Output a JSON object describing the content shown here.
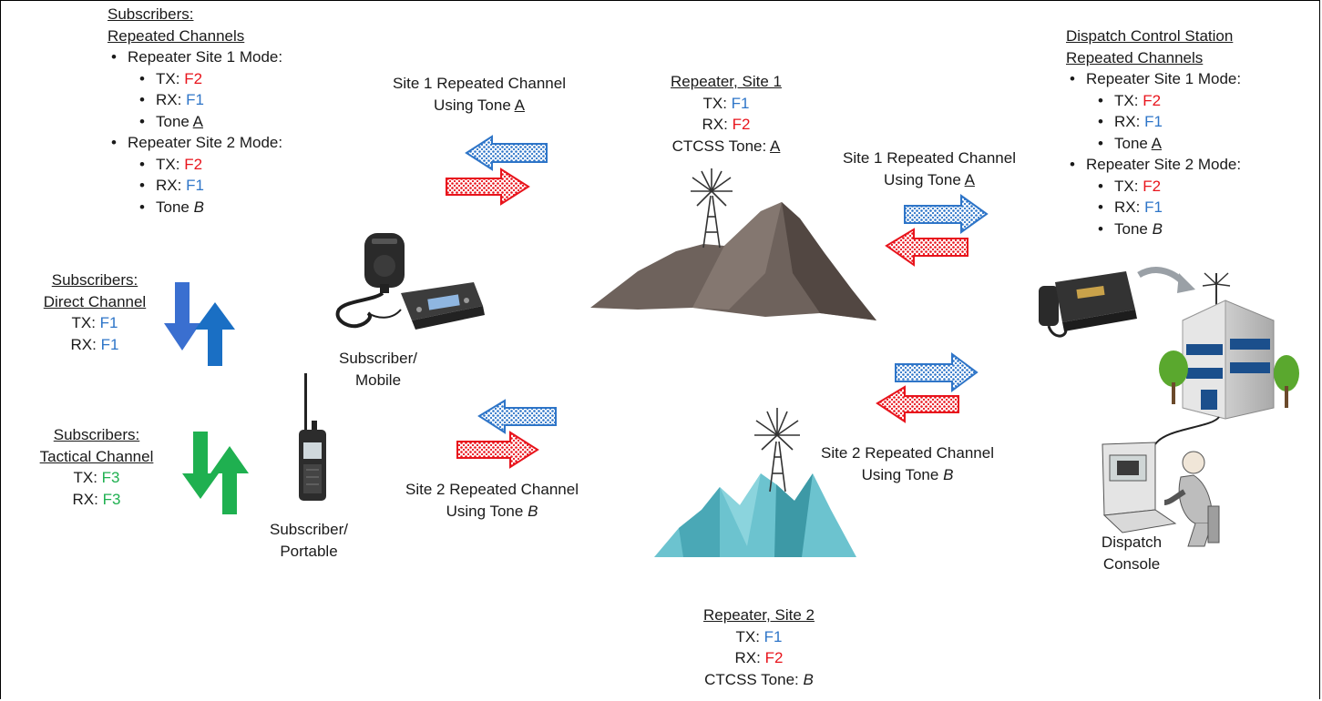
{
  "colors": {
    "f1": "#2e75c8",
    "f2": "#e8141c",
    "f3": "#1fb050",
    "direct_arrows": "#2e6fd0",
    "tactical_arrows": "#1fb050",
    "mountain_1": "#6e625c",
    "mountain_2": "#6cc3cf"
  },
  "icons": {
    "mobile_radio": "mobile-radio-icon",
    "portable_radio": "portable-radio-icon",
    "repeater_tower": "radio-tower-icon",
    "dispatch_building": "building-icon",
    "control_station": "control-station-radio-icon",
    "dispatch_console": "dispatch-console-icon"
  },
  "subscribers_repeated": {
    "title_line1": "Subscribers:",
    "title_line2": "Repeated Channels",
    "site1_mode": "Repeater Site 1 Mode:",
    "site1_tx_label": "TX:",
    "site1_tx_value": "F2",
    "site1_rx_label": "RX:",
    "site1_rx_value": "F1",
    "site1_tone_label": "Tone",
    "site1_tone_value": "A",
    "site2_mode": "Repeater Site 2 Mode:",
    "site2_tx_label": "TX:",
    "site2_tx_value": "F2",
    "site2_rx_label": "RX:",
    "site2_rx_value": "F1",
    "site2_tone_label": "Tone",
    "site2_tone_value": "B"
  },
  "direct_channel": {
    "title_line1": "Subscribers:",
    "title_line2": "Direct Channel",
    "tx_label": "TX:",
    "tx_value": "F1",
    "rx_label": "RX:",
    "rx_value": "F1"
  },
  "tactical_channel": {
    "title_line1": "Subscribers:",
    "title_line2": "Tactical Channel",
    "tx_label": "TX:",
    "tx_value": "F3",
    "rx_label": "RX:",
    "rx_value": "F3"
  },
  "subscriber_mobile": {
    "line1": "Subscriber/",
    "line2": "Mobile"
  },
  "subscriber_portable": {
    "line1": "Subscriber/",
    "line2": "Portable"
  },
  "link_site1_left": {
    "line1": "Site 1 Repeated Channel",
    "line2_prefix": "Using Tone",
    "tone": "A"
  },
  "link_site2_left": {
    "line1": "Site 2 Repeated Channel",
    "line2_prefix": "Using Tone",
    "tone": "B"
  },
  "link_site1_right": {
    "line1": "Site 1 Repeated Channel",
    "line2_prefix": "Using Tone",
    "tone": "A"
  },
  "link_site2_right": {
    "line1": "Site 2 Repeated Channel",
    "line2_prefix": "Using Tone",
    "tone": "B"
  },
  "repeater_site1": {
    "title": "Repeater, Site 1",
    "tx_label": "TX:",
    "tx_value": "F1",
    "rx_label": "RX:",
    "rx_value": "F2",
    "tone_label": "CTCSS Tone:",
    "tone_value": "A"
  },
  "repeater_site2": {
    "title": "Repeater, Site 2",
    "tx_label": "TX:",
    "tx_value": "F1",
    "rx_label": "RX:",
    "rx_value": "F2",
    "tone_label": "CTCSS Tone:",
    "tone_value": "B"
  },
  "dispatch_control": {
    "title_line1": "Dispatch Control Station",
    "title_line2": "Repeated Channels",
    "site1_mode": "Repeater Site 1 Mode:",
    "site1_tx_label": "TX:",
    "site1_tx_value": "F2",
    "site1_rx_label": "RX:",
    "site1_rx_value": "F1",
    "site1_tone_label": "Tone",
    "site1_tone_value": "A",
    "site2_mode": "Repeater Site 2 Mode:",
    "site2_tx_label": "TX:",
    "site2_tx_value": "F2",
    "site2_rx_label": "RX:",
    "site2_rx_value": "F1",
    "site2_tone_label": "Tone",
    "site2_tone_value": "B"
  },
  "dispatch_console": {
    "line1": "Dispatch",
    "line2": "Console"
  }
}
